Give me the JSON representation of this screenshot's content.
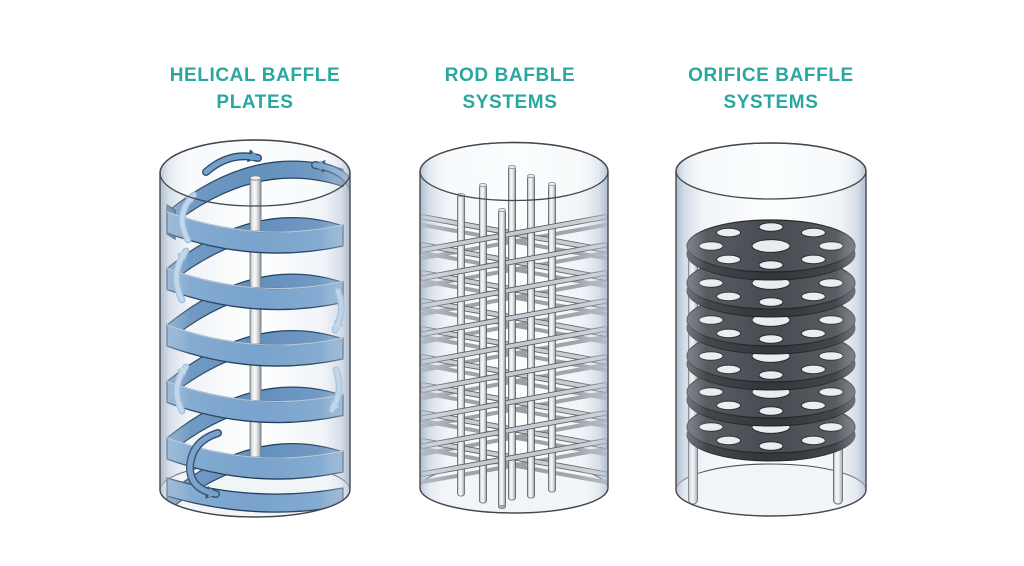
{
  "panels": [
    {
      "name": "helical-baffle-plates",
      "title_line1": "HELICAL BAFFLE",
      "title_line2": "PLATES"
    },
    {
      "name": "rod-baffle-systems",
      "title_line1": "ROD BAFBLE",
      "title_line2": "SYSTEMS"
    },
    {
      "name": "orifice-baffle-systems",
      "title_line1": "ORIFICE BAFFLE",
      "title_line2": "SYSTEMS"
    }
  ],
  "colors": {
    "accent": "#2AA7A0",
    "helix-blue": "#7AA4CD",
    "helix-blue-dark": "#6591BE",
    "helix-outline": "#223E5C",
    "arrow-blue": "#6E9CC9",
    "arrow-light": "#B7D1EA",
    "rod-silver": "#C6CAD0",
    "rod-outline": "#585B61",
    "disc-dark": "#4A4E54",
    "disc-side": "#34373C",
    "glass-edge": "#B6C2D3",
    "outline-gray": "#45484D",
    "background": "#FFFFFF"
  }
}
